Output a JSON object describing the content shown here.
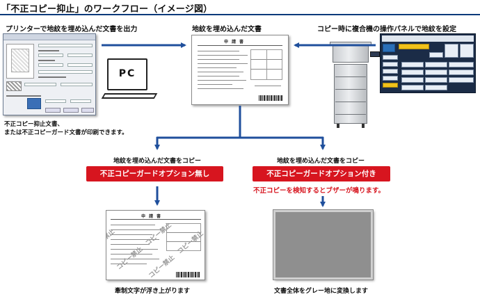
{
  "title": "「不正コピー抑止」のワークフロー（イメージ図）",
  "steps": {
    "print_label": "プリンターで地紋を埋め込んだ文書を出力",
    "document_label": "地紋を埋め込んだ文書",
    "panel_label": "コピー時に複合機の操作パネルで地紋を設定",
    "print_note_line1": "不正コピー抑止文書、",
    "print_note_line2": "または不正コピーガード文書が印刷できます。",
    "pc_text": "PC"
  },
  "branches": {
    "left": {
      "copy_label": "地紋を埋め込んだ文書をコピー",
      "option_label": "不正コピーガードオプション無し",
      "result_label": "牽制文字が浮き上がります"
    },
    "right": {
      "copy_label": "地紋を埋め込んだ文書をコピー",
      "option_label": "不正コピーガードオプション付き",
      "warning": "不正コピーを検知するとブザーが鳴ります。",
      "result_label": "文書全体をグレー地に変換します"
    }
  },
  "colors": {
    "arrow": "#1f4f9c",
    "option_box": "#d7151f",
    "warning_text": "#d7151f",
    "rule": "#0a3a7a"
  }
}
